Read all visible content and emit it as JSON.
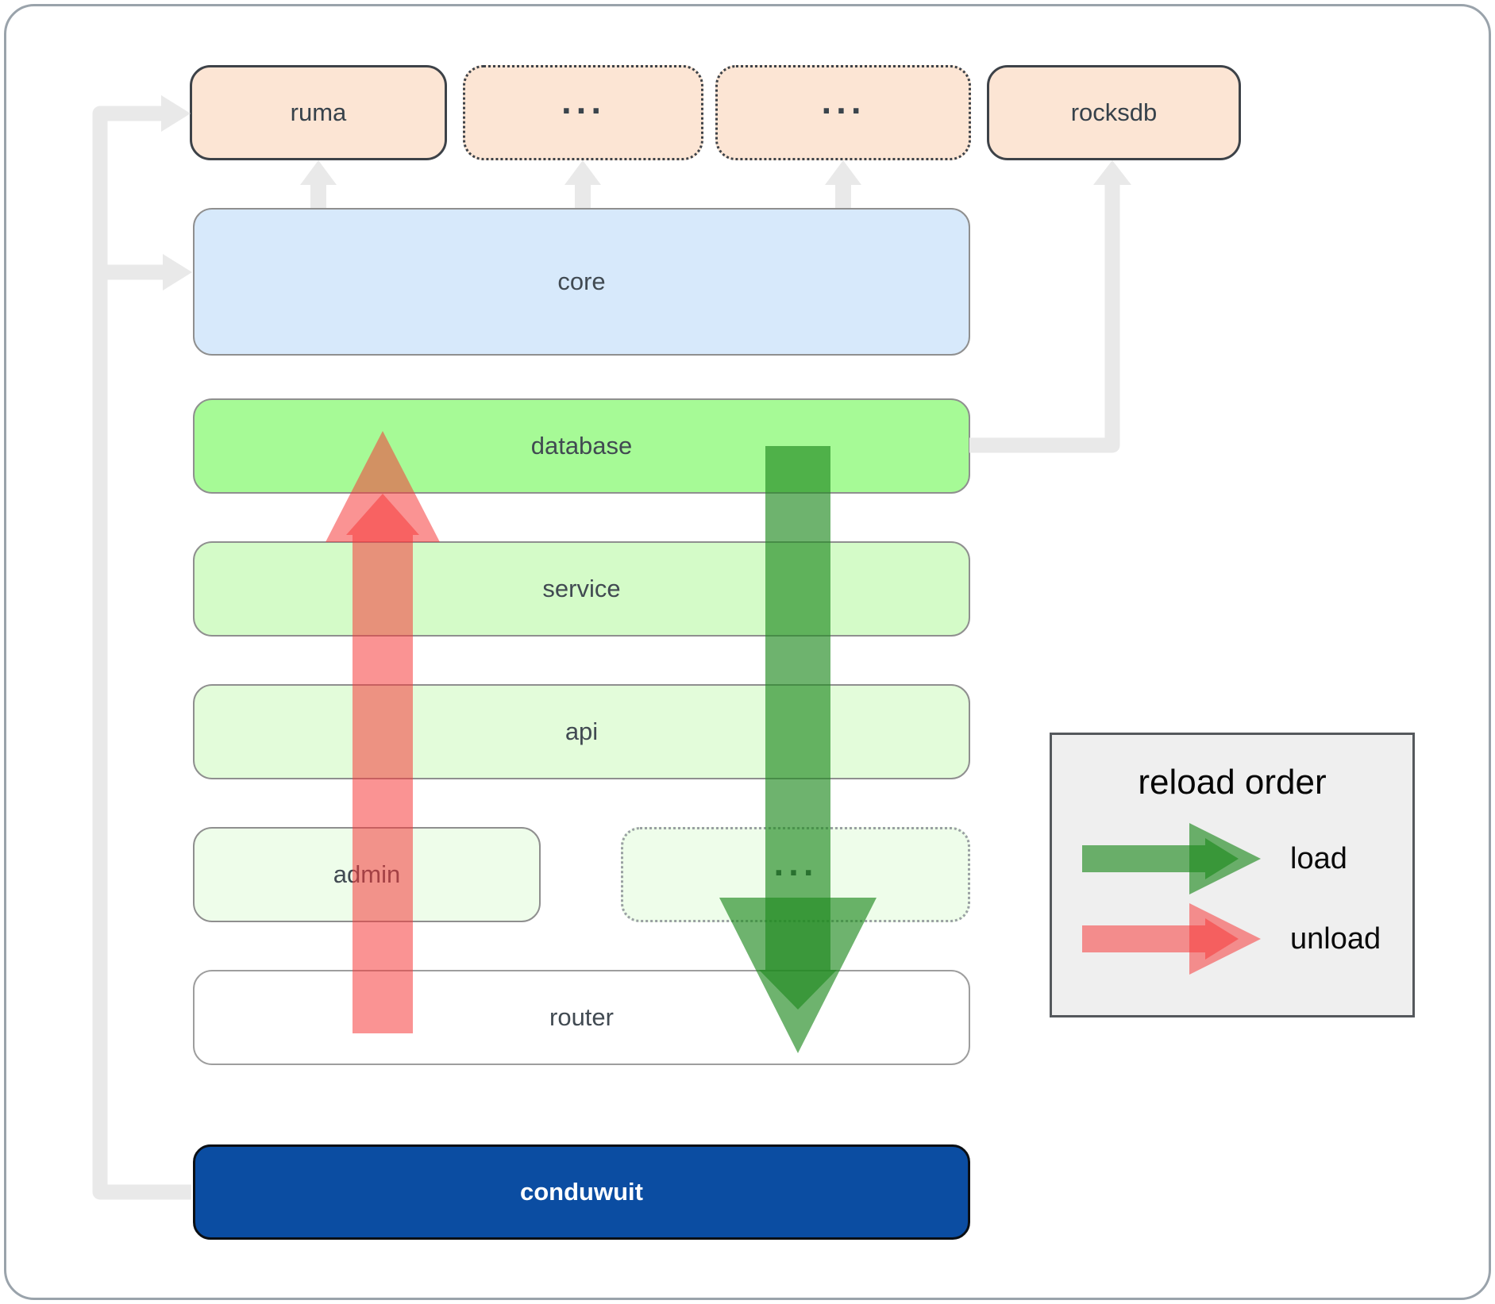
{
  "boxes": {
    "ruma": {
      "label": "ruma"
    },
    "top_ellipsis_1": {
      "label": "..."
    },
    "top_ellipsis_2": {
      "label": "..."
    },
    "rocksdb": {
      "label": "rocksdb"
    },
    "core": {
      "label": "core"
    },
    "database": {
      "label": "database"
    },
    "service": {
      "label": "service"
    },
    "api": {
      "label": "api"
    },
    "admin": {
      "label": "admin"
    },
    "admin_ellipsis": {
      "label": "..."
    },
    "router": {
      "label": "router"
    },
    "conduwuit": {
      "label": "conduwuit"
    }
  },
  "legend": {
    "title": "reload order",
    "items": [
      {
        "label": "load",
        "color": "#208a20"
      },
      {
        "label": "unload",
        "color": "#f53b3b"
      }
    ]
  },
  "colors": {
    "crate_peach": "#fce5d4",
    "core_blue": "#d7e9fb",
    "database_green": "#a6fa96",
    "service_green": "#d4fbc8",
    "api_green": "#e3fcda",
    "admin_green": "#eefdea",
    "router_white": "#ffffff",
    "conduwuit_blue": "#0b4da2",
    "connector_gray": "#e9e9e9",
    "load_green": "#208a20",
    "unload_red": "#f53b3b",
    "label_text": "#414a52",
    "legend_background": "#efefef"
  }
}
